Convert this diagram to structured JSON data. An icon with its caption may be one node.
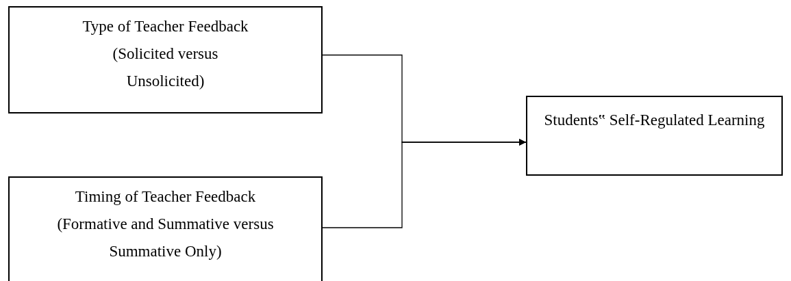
{
  "diagram": {
    "nodes": [
      {
        "text": [
          "Type of Teacher Feedback",
          "(Solicited versus Unsolicited)"
        ]
      },
      {
        "text": [
          "Timing of Teacher Feedback",
          "(Formative and Summative versus Summative Only)"
        ]
      },
      {
        "text": [
          "Students‟ Self-Regulated Learning"
        ]
      }
    ],
    "edges": [
      {
        "from": 0,
        "to": 2,
        "arrow": "to"
      },
      {
        "from": 1,
        "to": 2,
        "arrow": "to"
      }
    ]
  }
}
